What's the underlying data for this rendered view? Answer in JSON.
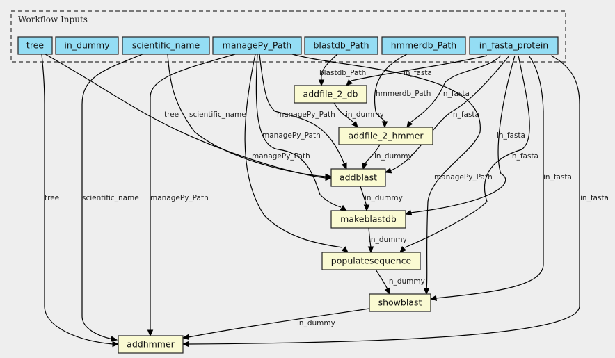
{
  "cluster": {
    "label": "Workflow Inputs"
  },
  "colors": {
    "background": "#eeeeee",
    "input_fill": "#94ddf4",
    "step_fill": "#fafad2",
    "border": "#222222"
  },
  "inputs": [
    {
      "id": "tree",
      "label": "tree"
    },
    {
      "id": "in_dummy",
      "label": "in_dummy"
    },
    {
      "id": "scientific_name",
      "label": "scientific_name"
    },
    {
      "id": "managePy_Path",
      "label": "managePy_Path"
    },
    {
      "id": "blastdb_Path",
      "label": "blastdb_Path"
    },
    {
      "id": "hmmerdb_Path",
      "label": "hmmerdb_Path"
    },
    {
      "id": "in_fasta_protein",
      "label": "in_fasta_protein"
    }
  ],
  "steps": [
    {
      "id": "addfile_2_db",
      "label": "addfile_2_db"
    },
    {
      "id": "addfile_2_hmmer",
      "label": "addfile_2_hmmer"
    },
    {
      "id": "addblast",
      "label": "addblast"
    },
    {
      "id": "makeblastdb",
      "label": "makeblastdb"
    },
    {
      "id": "populatesequence",
      "label": "populatesequence"
    },
    {
      "id": "showblast",
      "label": "showblast"
    },
    {
      "id": "addhmmer",
      "label": "addhmmer"
    }
  ],
  "edges": [
    {
      "from": "blastdb_Path",
      "to": "addfile_2_db",
      "label": "blastdb_Path"
    },
    {
      "from": "in_fasta_protein",
      "to": "addfile_2_db",
      "label": "in_fasta"
    },
    {
      "from": "addfile_2_db",
      "to": "addfile_2_hmmer",
      "label": "in_dummy"
    },
    {
      "from": "hmmerdb_Path",
      "to": "addfile_2_hmmer",
      "label": "hmmerdb_Path"
    },
    {
      "from": "in_fasta_protein",
      "to": "addfile_2_hmmer",
      "label": "in_fasta"
    },
    {
      "from": "tree",
      "to": "addblast",
      "label": "tree"
    },
    {
      "from": "scientific_name",
      "to": "addblast",
      "label": "scientific_name"
    },
    {
      "from": "managePy_Path",
      "to": "addblast",
      "label": "managePy_Path"
    },
    {
      "from": "addfile_2_hmmer",
      "to": "addblast",
      "label": "in_dummy"
    },
    {
      "from": "in_fasta_protein",
      "to": "addblast",
      "label": "in_fasta"
    },
    {
      "from": "managePy_Path",
      "to": "makeblastdb",
      "label": "managePy_Path"
    },
    {
      "from": "addblast",
      "to": "makeblastdb",
      "label": "in_dummy"
    },
    {
      "from": "in_fasta_protein",
      "to": "makeblastdb",
      "label": "in_fasta"
    },
    {
      "from": "managePy_Path",
      "to": "populatesequence",
      "label": "managePy_Path"
    },
    {
      "from": "makeblastdb",
      "to": "populatesequence",
      "label": "in_dummy"
    },
    {
      "from": "in_fasta_protein",
      "to": "populatesequence",
      "label": "in_fasta"
    },
    {
      "from": "managePy_Path",
      "to": "showblast",
      "label": "managePy_Path"
    },
    {
      "from": "populatesequence",
      "to": "showblast",
      "label": "in_dummy"
    },
    {
      "from": "in_fasta_protein",
      "to": "showblast",
      "label": "in_fasta"
    },
    {
      "from": "tree",
      "to": "addhmmer",
      "label": "tree"
    },
    {
      "from": "scientific_name",
      "to": "addhmmer",
      "label": "scientific_name"
    },
    {
      "from": "managePy_Path",
      "to": "addhmmer",
      "label": "managePy_Path"
    },
    {
      "from": "showblast",
      "to": "addhmmer",
      "label": "in_dummy"
    },
    {
      "from": "in_fasta_protein",
      "to": "addhmmer",
      "label": "in_fasta"
    }
  ]
}
